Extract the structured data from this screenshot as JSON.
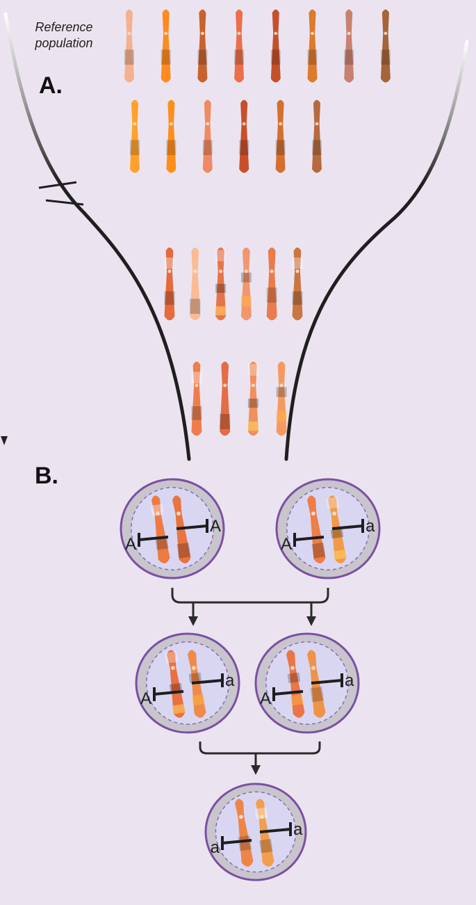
{
  "caption": {
    "line1": "Reference",
    "line2": "population"
  },
  "panels": {
    "a": "A.",
    "b": "B."
  },
  "colors": {
    "background": "#ebe4f0",
    "funnel": "#1f1f1f",
    "cellMembrane": "#7b4fa3",
    "cytoplasm": "#c8c5cc",
    "nucleus": "#d9d6f2",
    "arrow": "#2a2a2a"
  },
  "reference_row1": [
    "#f5b08e",
    "#ff8a1e",
    "#c8632b",
    "#ec6f49",
    "#c4502a",
    "#dd7a2c",
    "#c9806f",
    "#a7643a"
  ],
  "reference_row2": [
    "#ffa12b",
    "#ff8f1c",
    "#f08a62",
    "#c7502a",
    "#d4702d",
    "#b66a3e"
  ],
  "generation_row3": [
    "#e56a3c",
    "#fabc95",
    "#e5744a",
    "#f3966d",
    "#ea7b4b",
    "#c9763f"
  ],
  "generation_row4": [
    "#ee7d4d",
    "#e56d45",
    "#f0905f",
    "#f49a60"
  ],
  "cells": [
    {
      "allele_left": "A",
      "allele_right": "A"
    },
    {
      "allele_left": "A",
      "allele_right": "a"
    },
    {
      "allele_left": "A",
      "allele_right": "a"
    },
    {
      "allele_left": "A",
      "allele_right": "a"
    },
    {
      "allele_left": "a",
      "allele_right": "a"
    }
  ]
}
